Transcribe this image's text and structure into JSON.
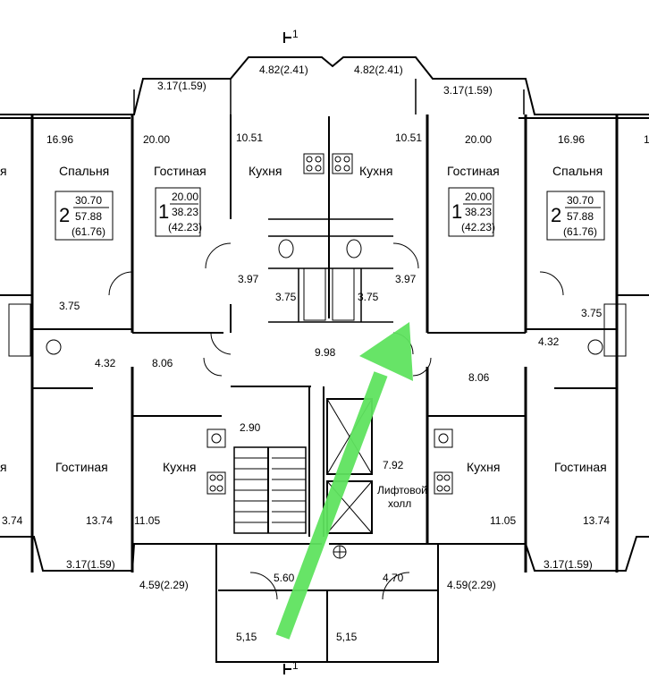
{
  "plan": {
    "section_mark_top": "1",
    "section_mark_bottom": "1",
    "balconies_top": [
      "3.17(1.59)",
      "4.82(2.41)",
      "4.82(2.41)",
      "3.17(1.59)"
    ],
    "balconies_bottom": [
      "3.17(1.59)",
      "4.59(2.29)",
      "4.59(2.29)",
      "3.17(1.59)"
    ],
    "areas": {
      "bedroom_left": "16.96",
      "living_left": "20.00",
      "kitchen_left": "10.51",
      "kitchen_right": "10.51",
      "living_right": "20.00",
      "bedroom_right": "16.96",
      "hall_left": "3.97",
      "hall_right": "3.97",
      "bath_left": "3.75",
      "bath_right": "3.75",
      "bath_far_left": "3.75",
      "bath_far_right": "3.75",
      "corr_left": "4.32",
      "corr_right": "4.32",
      "entry_left": "8.06",
      "entry_right": "8.06",
      "corridor": "9.98",
      "stair": "2.90",
      "lift_hall": "7.92",
      "kitchen_low_left": "11.05",
      "kitchen_low_right": "11.05",
      "living_low_left": "13.74",
      "living_low_right": "13.74",
      "edge_left": "3.74",
      "vestibule": "5.60",
      "tech_room": "4.70",
      "porch_left": "5,15",
      "porch_right": "5,15"
    },
    "rooms": {
      "bedroom": "Спальня",
      "living": "Гостиная",
      "kitchen": "Кухня",
      "lift_hall_line1": "Лифтовой",
      "lift_hall_line2": "холл"
    },
    "apt_left_1": {
      "num": "1",
      "top": "20.00",
      "mid": "38.23",
      "bot": "(42.23)"
    },
    "apt_right_1": {
      "num": "1",
      "top": "20.00",
      "mid": "38.23",
      "bot": "(42.23)"
    },
    "apt_left_2": {
      "num": "2",
      "top": "30.70",
      "mid": "57.88",
      "bot": "(61.76)"
    },
    "apt_right_2": {
      "num": "2",
      "top": "30.70",
      "mid": "57.88",
      "bot": "(61.76)"
    },
    "edge_fragments": {
      "left_1": "я",
      "left_2": "я",
      "right_1": "1"
    },
    "colors": {
      "wall": "#000000",
      "arrow": "#5fe35f",
      "background": "#ffffff"
    }
  }
}
